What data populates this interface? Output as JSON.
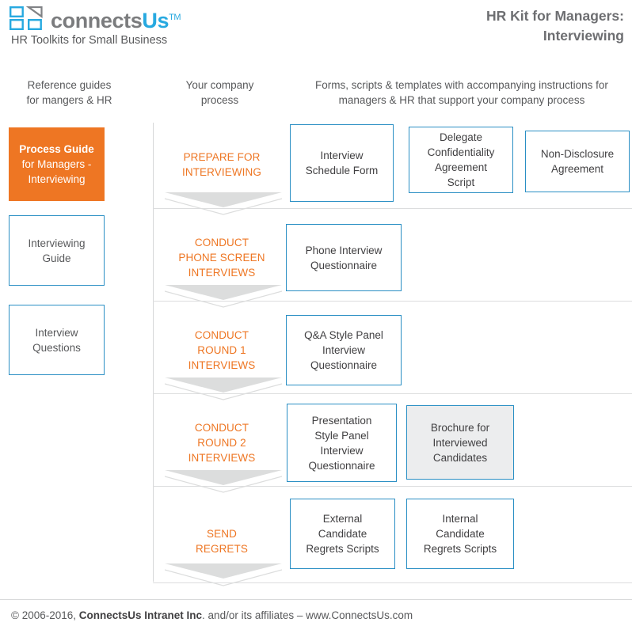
{
  "header": {
    "logo": {
      "icon_name": "connectsus-squares-logo",
      "wordmark_primary": "connects",
      "wordmark_accent": "Us",
      "wordmark_tm": "TM",
      "tagline": "HR Toolkits for Small Business"
    },
    "kit_title_line1": "HR Kit for Managers:",
    "kit_title_line2": "Interviewing"
  },
  "columns": {
    "reference": {
      "line1": "Reference guides",
      "line2": "for mangers & HR"
    },
    "process": {
      "line1": "Your company",
      "line2": "process"
    },
    "forms": {
      "line1": "Forms, scripts & templates with accompanying instructions for",
      "line2": "managers & HR that support your company process"
    }
  },
  "reference_guides": [
    {
      "id": "process-guide",
      "style": "filled",
      "line1": "Process Guide",
      "line2": "for Managers -",
      "line3": "Interviewing"
    },
    {
      "id": "interviewing-guide",
      "style": "outline",
      "line1": "Interviewing",
      "line2": "Guide",
      "line3": ""
    },
    {
      "id": "interview-questions",
      "style": "outline",
      "line1": "Interview",
      "line2": "Questions",
      "line3": ""
    }
  ],
  "process_rows": [
    {
      "id": "prepare-for-interviewing",
      "step_label": "PREPARE FOR\nINTERVIEWING",
      "documents": [
        {
          "id": "interview-schedule-form",
          "label": "Interview\nSchedule Form",
          "shaded": false
        },
        {
          "id": "delegate-confidentiality-agreement-script",
          "label": "Delegate\nConfidentiality\nAgreement\nScript",
          "shaded": false
        },
        {
          "id": "non-disclosure-agreement",
          "label": "Non-Disclosure\nAgreement",
          "shaded": false
        }
      ]
    },
    {
      "id": "conduct-phone-screen-interviews",
      "step_label": "CONDUCT\nPHONE SCREEN\nINTERVIEWS",
      "documents": [
        {
          "id": "phone-interview-questionnaire",
          "label": "Phone Interview\nQuestionnaire",
          "shaded": false
        }
      ]
    },
    {
      "id": "conduct-round-1-interviews",
      "step_label": "CONDUCT\nROUND 1\nINTERVIEWS",
      "documents": [
        {
          "id": "qa-style-panel-interview-questionnaire",
          "label": "Q&A Style Panel\nInterview\nQuestionnaire",
          "shaded": false
        }
      ]
    },
    {
      "id": "conduct-round-2-interviews",
      "step_label": "CONDUCT\nROUND 2\nINTERVIEWS",
      "documents": [
        {
          "id": "presentation-style-panel-interview-questionnaire",
          "label": "Presentation\nStyle Panel\nInterview\nQuestionnaire",
          "shaded": false
        },
        {
          "id": "brochure-for-interviewed-candidates",
          "label": "Brochure for\nInterviewed\nCandidates",
          "shaded": true
        }
      ]
    },
    {
      "id": "send-regrets",
      "step_label": "SEND\nREGRETS",
      "documents": [
        {
          "id": "external-candidate-regrets-scripts",
          "label": "External\nCandidate\nRegrets Scripts",
          "shaded": false
        },
        {
          "id": "internal-candidate-regrets-scripts",
          "label": "Internal\nCandidate\nRegrets Scripts",
          "shaded": false
        }
      ]
    }
  ],
  "footer": {
    "copyright": "© 2006-2016, ",
    "company": "ConnectsUs Intranet Inc",
    "affiliates": ". and/or its affiliates – www.ConnectsUs.com"
  },
  "colors": {
    "accent_orange": "#ee7623",
    "accent_blue": "#2a8fc4",
    "logo_blue": "#27a9e0",
    "text_gray": "#58595b",
    "shaded_fill": "#ecedee",
    "rule_gray": "#dcddde"
  }
}
